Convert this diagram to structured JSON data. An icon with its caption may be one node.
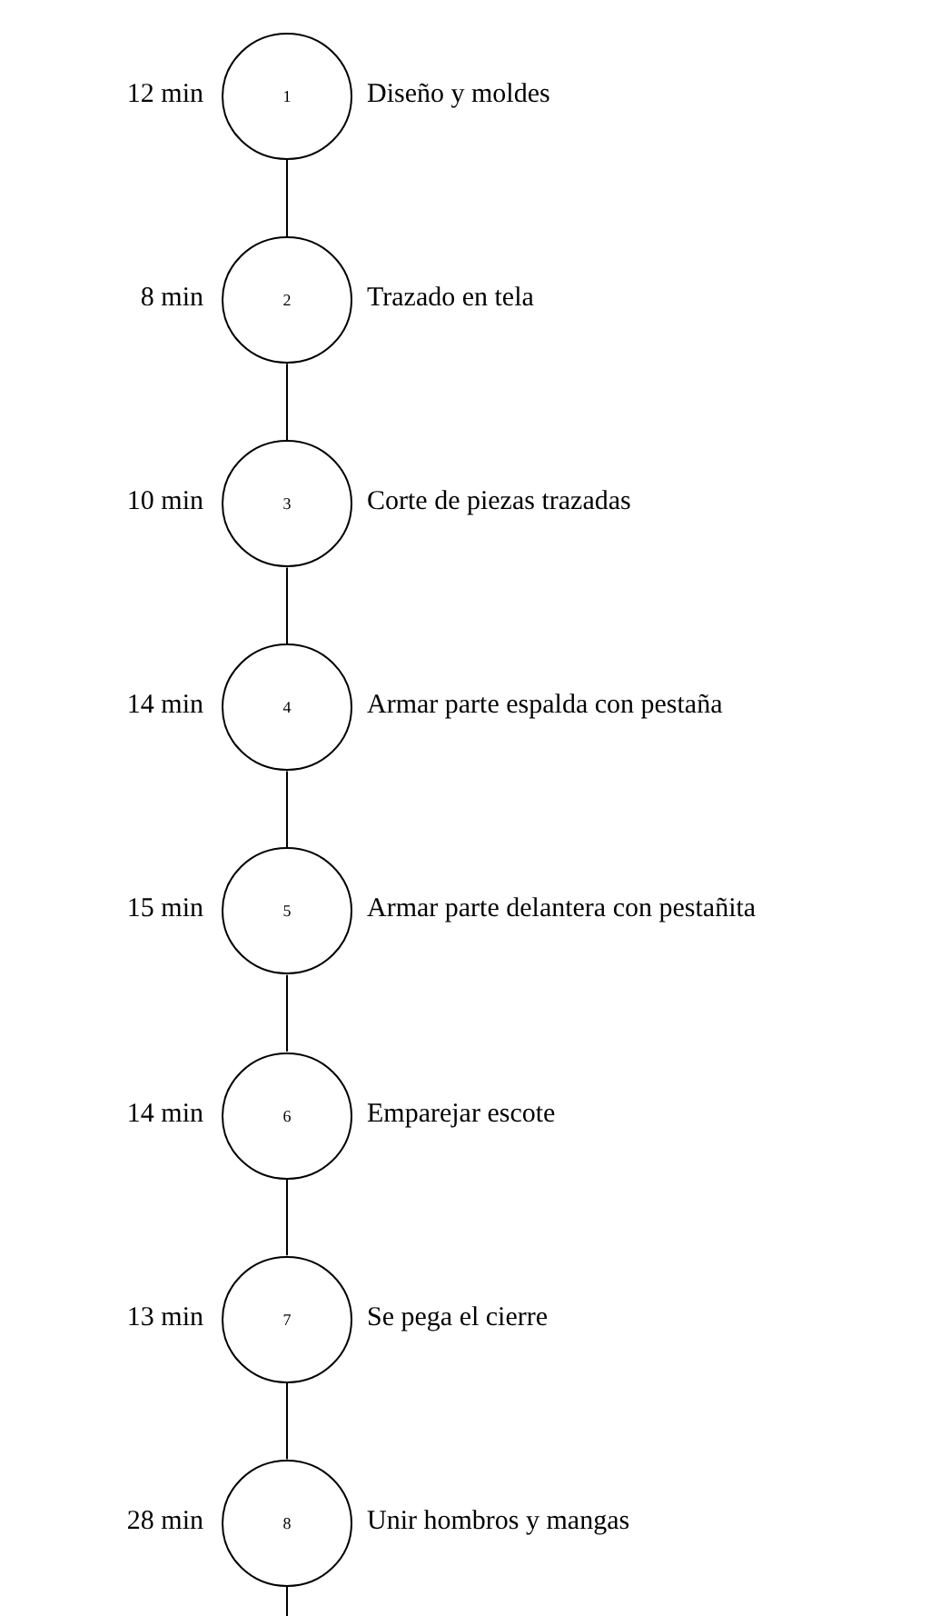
{
  "diagram": {
    "nodes": [
      {
        "text": [
          "1"
        ],
        "beside": [
          "12 min",
          "Diseño y moldes"
        ]
      },
      {
        "text": [
          "2"
        ],
        "beside": [
          "8 min",
          "Trazado en tela"
        ]
      },
      {
        "text": [
          "3"
        ],
        "beside": [
          "10 min",
          "Corte de piezas trazadas"
        ]
      },
      {
        "text": [
          "4"
        ],
        "beside": [
          "14 min",
          "Armar parte espalda con pestaña"
        ]
      },
      {
        "text": [
          "5"
        ],
        "beside": [
          "15 min",
          "Armar parte delantera con pestañita"
        ]
      },
      {
        "text": [
          "6"
        ],
        "beside": [
          "14 min",
          "Emparejar escote"
        ]
      },
      {
        "text": [
          "7"
        ],
        "beside": [
          "13 min",
          "Se pega el cierre"
        ]
      },
      {
        "text": [
          "8"
        ],
        "beside": [
          "28 min",
          "Unir hombros y mangas"
        ]
      }
    ],
    "edges": [
      {
        "from": 0,
        "to": 1,
        "arrow": "none"
      },
      {
        "from": 1,
        "to": 2,
        "arrow": "none"
      },
      {
        "from": 2,
        "to": 3,
        "arrow": "none"
      },
      {
        "from": 3,
        "to": 4,
        "arrow": "none"
      },
      {
        "from": 4,
        "to": 5,
        "arrow": "none"
      },
      {
        "from": 5,
        "to": 6,
        "arrow": "none"
      },
      {
        "from": 6,
        "to": 7,
        "arrow": "none"
      },
      {
        "from": 7,
        "to": null,
        "arrow": "none"
      }
    ]
  }
}
